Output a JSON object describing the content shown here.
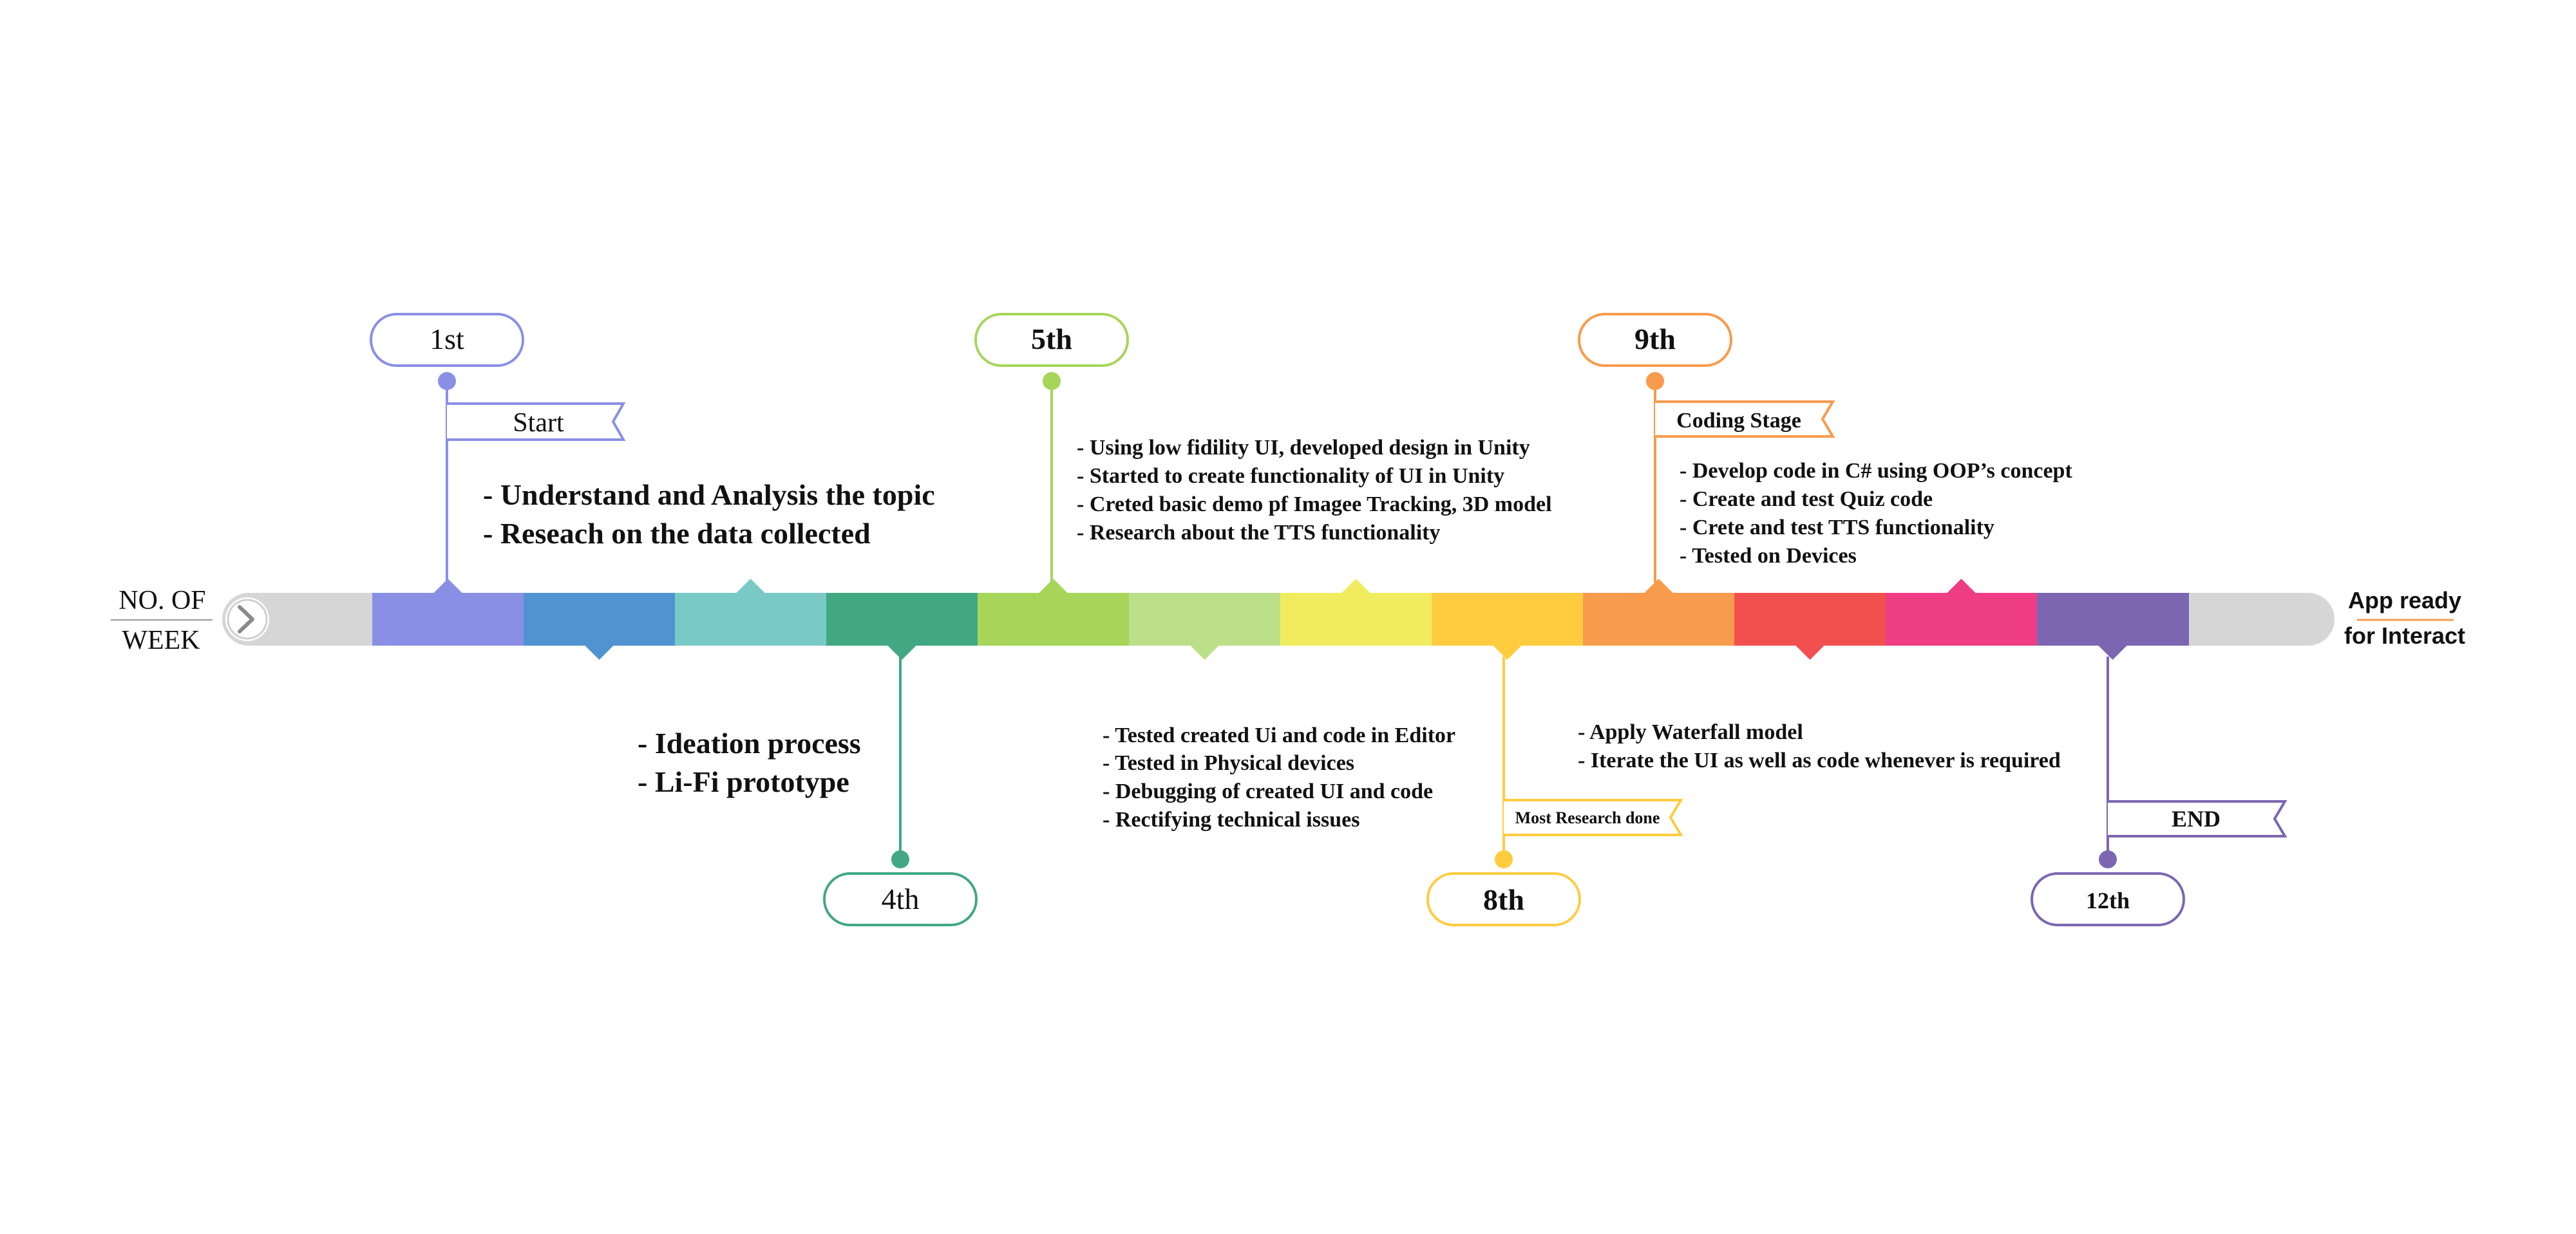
{
  "left_label": {
    "line1": "NO. OF",
    "line2": "WEEK"
  },
  "right_label": {
    "line1": "App ready",
    "line2": "for Interact"
  },
  "segment_colors": [
    "#8A8FE6",
    "#4F93D1",
    "#79C9C7",
    "#41A883",
    "#A6D55A",
    "#BCDF8A",
    "#F1EC5F",
    "#FFCC40",
    "#F89B4C",
    "#F2504F",
    "#EE3D84",
    "#7C66B1"
  ],
  "track_color": "#D6D6D6",
  "markers": {
    "week1": {
      "label": "1st",
      "color": "#8A8FE6",
      "flag": "Start"
    },
    "week4": {
      "label": "4th",
      "color": "#41A883"
    },
    "week5": {
      "label": "5th",
      "color": "#A6D55A"
    },
    "week8": {
      "label": "8th",
      "color": "#FFCC40",
      "flag": "Most Research done"
    },
    "week9": {
      "label": "9th",
      "color": "#F89B4C",
      "flag": "Coding Stage"
    },
    "week12": {
      "label": "12th",
      "color": "#7C66B1",
      "flag": "END"
    }
  },
  "notes": {
    "week1": [
      "- Understand and Analysis the topic",
      "- Reseach on the data collected"
    ],
    "week4": [
      "- Ideation process",
      "- Li-Fi prototype"
    ],
    "week5": [
      "-  Using low fidility UI, developed design in Unity",
      "-  Started to create functionality of UI in Unity",
      "-  Creted basic demo pf Imagee Tracking, 3D model",
      "-  Research about the TTS functionality"
    ],
    "week7": [
      "-  Tested created Ui and code in Editor",
      "-  Tested in Physical devices",
      "-  Debugging of created UI and code",
      "-  Rectifying technical issues"
    ],
    "week9": [
      "-  Develop code in C# using OOP’s concept",
      "-  Create and test Quiz code",
      "-  Crete and test TTS functionality",
      "-  Tested on Devices"
    ],
    "week8": [
      "-  Apply Waterfall model",
      "-  Iterate the UI as well as code whenever is required"
    ]
  }
}
